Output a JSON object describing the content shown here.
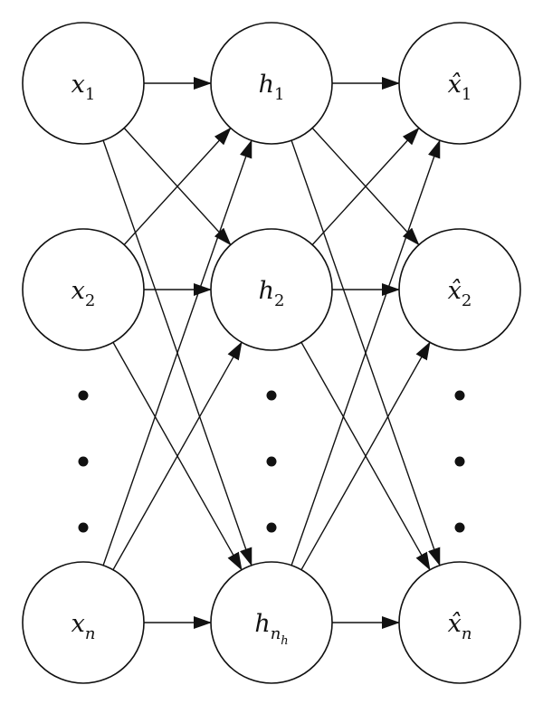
{
  "layers": [
    {
      "id": "input",
      "nodes": [
        {
          "base": "x",
          "sub": "1",
          "sub_italic": false,
          "subsub": ""
        },
        {
          "base": "x",
          "sub": "2",
          "sub_italic": false,
          "subsub": ""
        },
        {
          "base": "x",
          "sub": "n",
          "sub_italic": true,
          "subsub": ""
        }
      ]
    },
    {
      "id": "hidden",
      "nodes": [
        {
          "base": "h",
          "sub": "1",
          "sub_italic": false,
          "subsub": ""
        },
        {
          "base": "h",
          "sub": "2",
          "sub_italic": false,
          "subsub": ""
        },
        {
          "base": "h",
          "sub": "n",
          "sub_italic": true,
          "subsub": "h"
        }
      ]
    },
    {
      "id": "output",
      "nodes": [
        {
          "base": "x̂",
          "sub": "1",
          "sub_italic": false,
          "subsub": ""
        },
        {
          "base": "x̂",
          "sub": "2",
          "sub_italic": false,
          "subsub": ""
        },
        {
          "base": "x̂",
          "sub": "n",
          "sub_italic": true,
          "subsub": ""
        }
      ]
    }
  ],
  "connections": "fully-connected",
  "ellipsis": "vertical dots between second and last node in each layer",
  "colors": {
    "stroke": "#111111",
    "fill": "#ffffff",
    "background": "#ffffff"
  }
}
